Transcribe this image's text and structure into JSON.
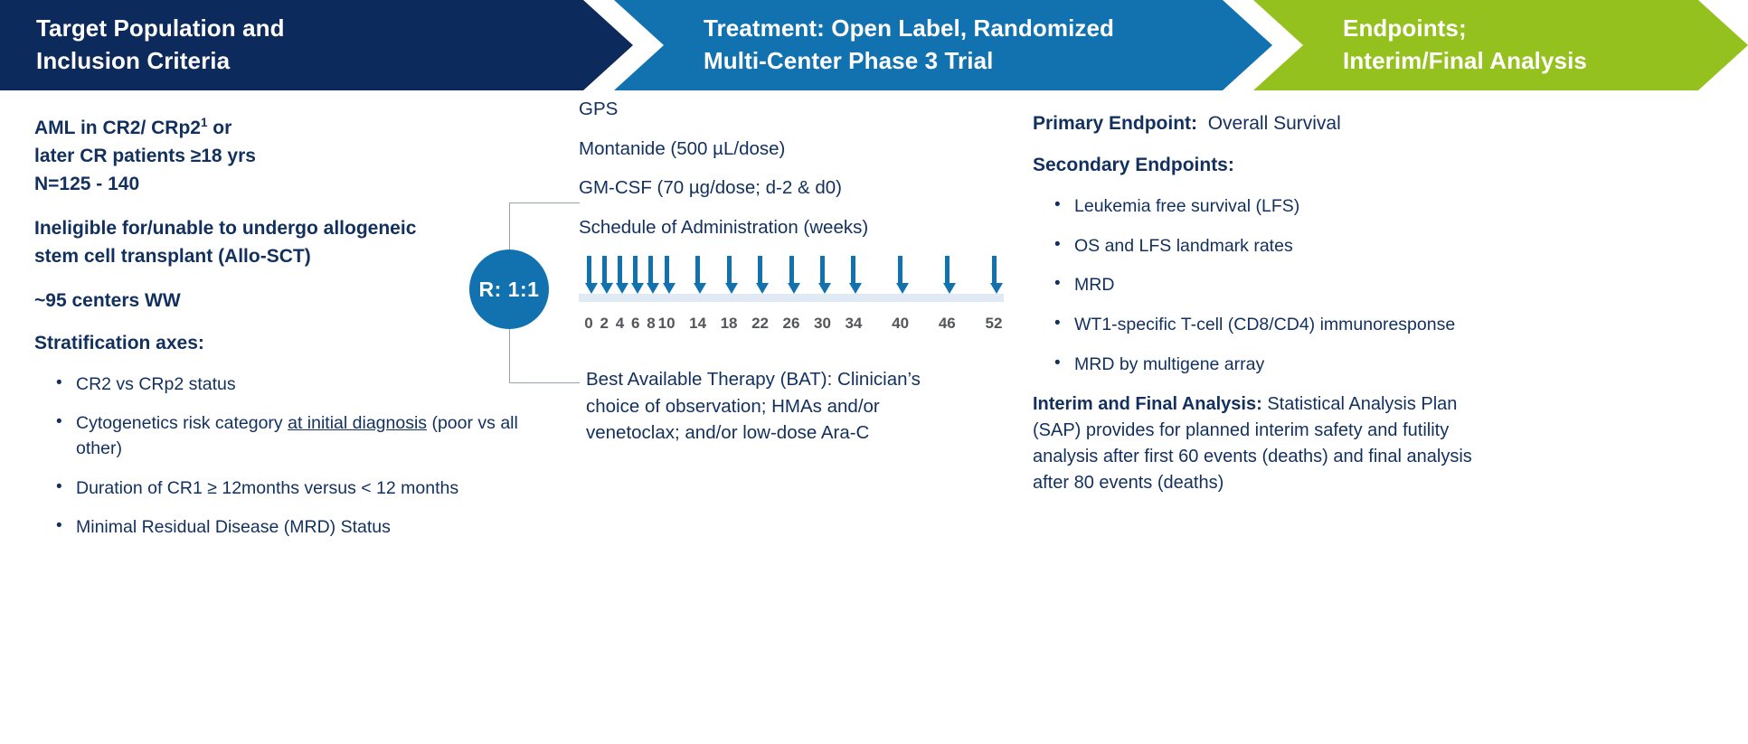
{
  "header": {
    "segments": [
      {
        "title_line1": "Target Population and",
        "title_line2": "Inclusion Criteria",
        "color": "#0d2a5c"
      },
      {
        "title_line1": "Treatment: Open Label, Randomized",
        "title_line2": "Multi-Center Phase 3 Trial",
        "color": "#1272b0"
      },
      {
        "title_line1": "Endpoints;",
        "title_line2": "Interim/Final Analysis",
        "color": "#95c11f"
      }
    ]
  },
  "left_column": {
    "population_line1": "AML in CR2/ CRp2",
    "population_superscript": "1",
    "population_line1_end": " or",
    "population_line2": "later CR patients ≥18 yrs",
    "population_line3": "N=125 - 140",
    "ineligible_line1": "Ineligible for/unable to undergo allogeneic",
    "ineligible_line2": "stem cell transplant (Allo-SCT)",
    "centers": "~95 centers WW",
    "strat_heading": "Stratification axes:",
    "strat_bullets": [
      {
        "text": "CR2 vs CRp2 status"
      },
      {
        "pre": "Cytogenetics risk category ",
        "underline": "at initial diagnosis",
        "post": " (poor vs all other)"
      },
      {
        "text": "Duration of CR1 ≥ 12months versus < 12 months"
      },
      {
        "text": "Minimal Residual Disease (MRD) Status"
      }
    ]
  },
  "middle_column": {
    "treatment_lines": [
      "GPS",
      "Montanide (500 µL/dose)",
      "GM-CSF (70 µg/dose; d-2 & d0)",
      "Schedule of Administration (weeks)"
    ],
    "randomization_label": "R: 1:1",
    "bat_text": "Best Available Therapy (BAT): Clinician’s choice of observation; HMAs and/or venetoclax; and/or low-dose Ara-C"
  },
  "chart_data": {
    "type": "scatter",
    "title": "Schedule of Administration (weeks)",
    "xlabel": "weeks",
    "ylabel": "",
    "xlim": [
      0,
      52
    ],
    "grid": false,
    "legend": "none",
    "categories": [
      "0",
      "2",
      "4",
      "6",
      "8",
      "10",
      "14",
      "18",
      "22",
      "26",
      "30",
      "34",
      "40",
      "46",
      "52"
    ],
    "x": [
      0,
      2,
      4,
      6,
      8,
      10,
      14,
      18,
      22,
      26,
      30,
      34,
      40,
      46,
      52
    ],
    "values": [
      1,
      1,
      1,
      1,
      1,
      1,
      1,
      1,
      1,
      1,
      1,
      1,
      1,
      1,
      1
    ],
    "annotation": "Down arrow marks one GPS/Montanide/GM-CSF dose administration at each listed week",
    "marker": "down-arrow",
    "marker_color": "#1272b0",
    "axis_color": "#dfeaf5",
    "tick_label_color": "#55565a"
  },
  "right_column": {
    "primary_label": "Primary Endpoint:",
    "primary_value": "Overall Survival",
    "secondary_label": "Secondary Endpoints:",
    "secondary_bullets": [
      "Leukemia free survival (LFS)",
      "OS and LFS landmark rates",
      "MRD",
      "WT1-specific T-cell (CD8/CD4) immunoresponse",
      "MRD by multigene array"
    ],
    "analysis_label": "Interim and Final Analysis:",
    "analysis_text": " Statistical Analysis Plan (SAP) provides for planned interim safety and futility analysis after first 60 events (deaths) and final analysis after 80 events (deaths)"
  }
}
